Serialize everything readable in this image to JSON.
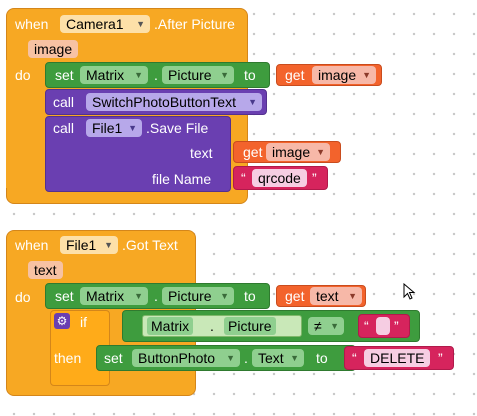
{
  "colors": {
    "event": "#f7a823",
    "setter": "#3e9c3e",
    "procedure": "#6a3fb1",
    "getter": "#f3632c",
    "string": "#d6245d"
  },
  "event1": {
    "when": "when",
    "component": "Camera1",
    "event": ".After Picture",
    "param": "image",
    "do": "do",
    "stmt1": {
      "set": "set",
      "component": "Matrix",
      "dot": ".",
      "property": "Picture",
      "to": "to",
      "get": "get",
      "var": "image"
    },
    "stmt2": {
      "call": "call",
      "procedure": "SwitchPhotoButtonText"
    },
    "stmt3": {
      "call": "call",
      "component": "File1",
      "method": ".Save File",
      "arg1": "text",
      "arg2": "file Name",
      "get": "get",
      "var": "image",
      "quote_open": "“",
      "filename": "qrcode",
      "quote_close": "”"
    }
  },
  "event2": {
    "when": "when",
    "component": "File1",
    "event": ".Got Text",
    "param": "text",
    "do": "do",
    "stmt1": {
      "set": "set",
      "component": "Matrix",
      "dot": ".",
      "property": "Picture",
      "to": "to",
      "get": "get",
      "var": "text"
    },
    "if": {
      "if": "if",
      "then": "then",
      "cond": {
        "component": "Matrix",
        "dot": ".",
        "property": "Picture",
        "operator": "≠",
        "quote_open": "“",
        "value": "",
        "quote_close": "”"
      },
      "stmt": {
        "set": "set",
        "component": "ButtonPhoto",
        "dot": ".",
        "property": "Text",
        "to": "to",
        "quote_open": "“",
        "value": "DELETE",
        "quote_close": "”"
      }
    }
  }
}
